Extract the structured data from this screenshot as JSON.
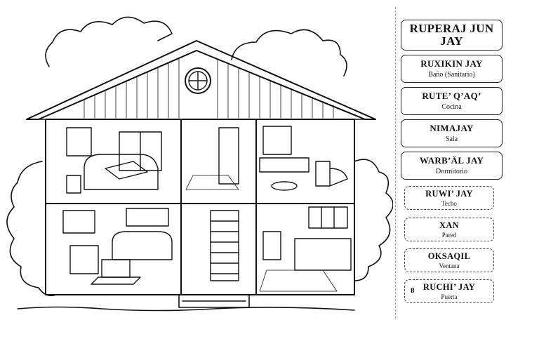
{
  "title": "RUPERAJ JUN JAY",
  "labels": [
    {
      "main": "RUXIKIN JAY",
      "sub": "Baño (Sanitario)"
    },
    {
      "main": "RUTE’ Q’AQ’",
      "sub": "Cocina"
    },
    {
      "main": "NIMAJAY",
      "sub": "Sala"
    },
    {
      "main": "WARB’ÄL JAY",
      "sub": "Dormitorio"
    },
    {
      "main": "RUWI’ JAY",
      "sub": "Techo"
    },
    {
      "main": "XAN",
      "sub": "Pared"
    },
    {
      "main": "OKSAQIL",
      "sub": "Ventana"
    },
    {
      "main": "RUCHI’ JAY",
      "sub": "Puerta",
      "number": "8"
    }
  ]
}
